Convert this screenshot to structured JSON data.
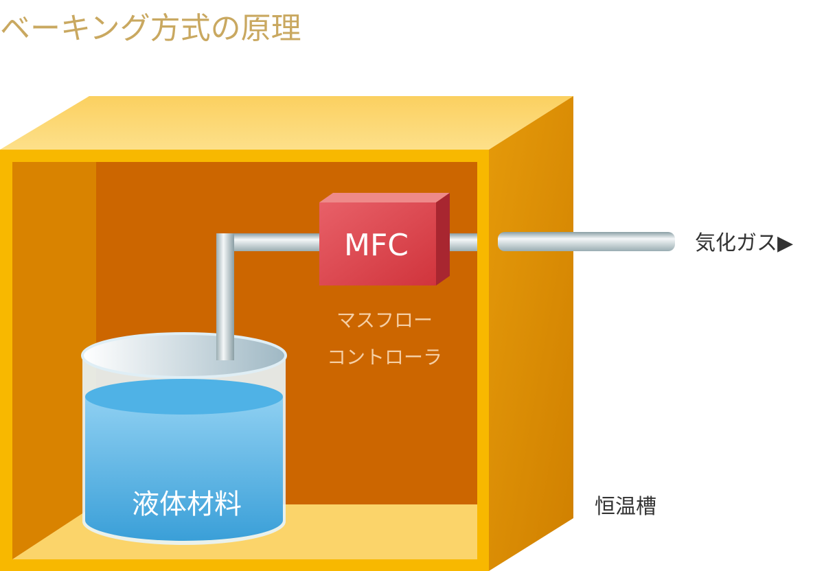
{
  "title": "ベーキング方式の原理",
  "labels": {
    "mfc": "MFC",
    "mfc_name_line1": "マスフロー",
    "mfc_name_line2": "コントローラ",
    "vaporized_gas": "気化ガス▶",
    "liquid_material": "液体材料",
    "thermostatic_chamber": "恒温槽"
  },
  "colors": {
    "title": "#c9a860",
    "chamber_frame": "#f8b800",
    "chamber_back": "#cc6600",
    "mfc_box": "#d94048",
    "liquid": "#3aa6e0"
  }
}
